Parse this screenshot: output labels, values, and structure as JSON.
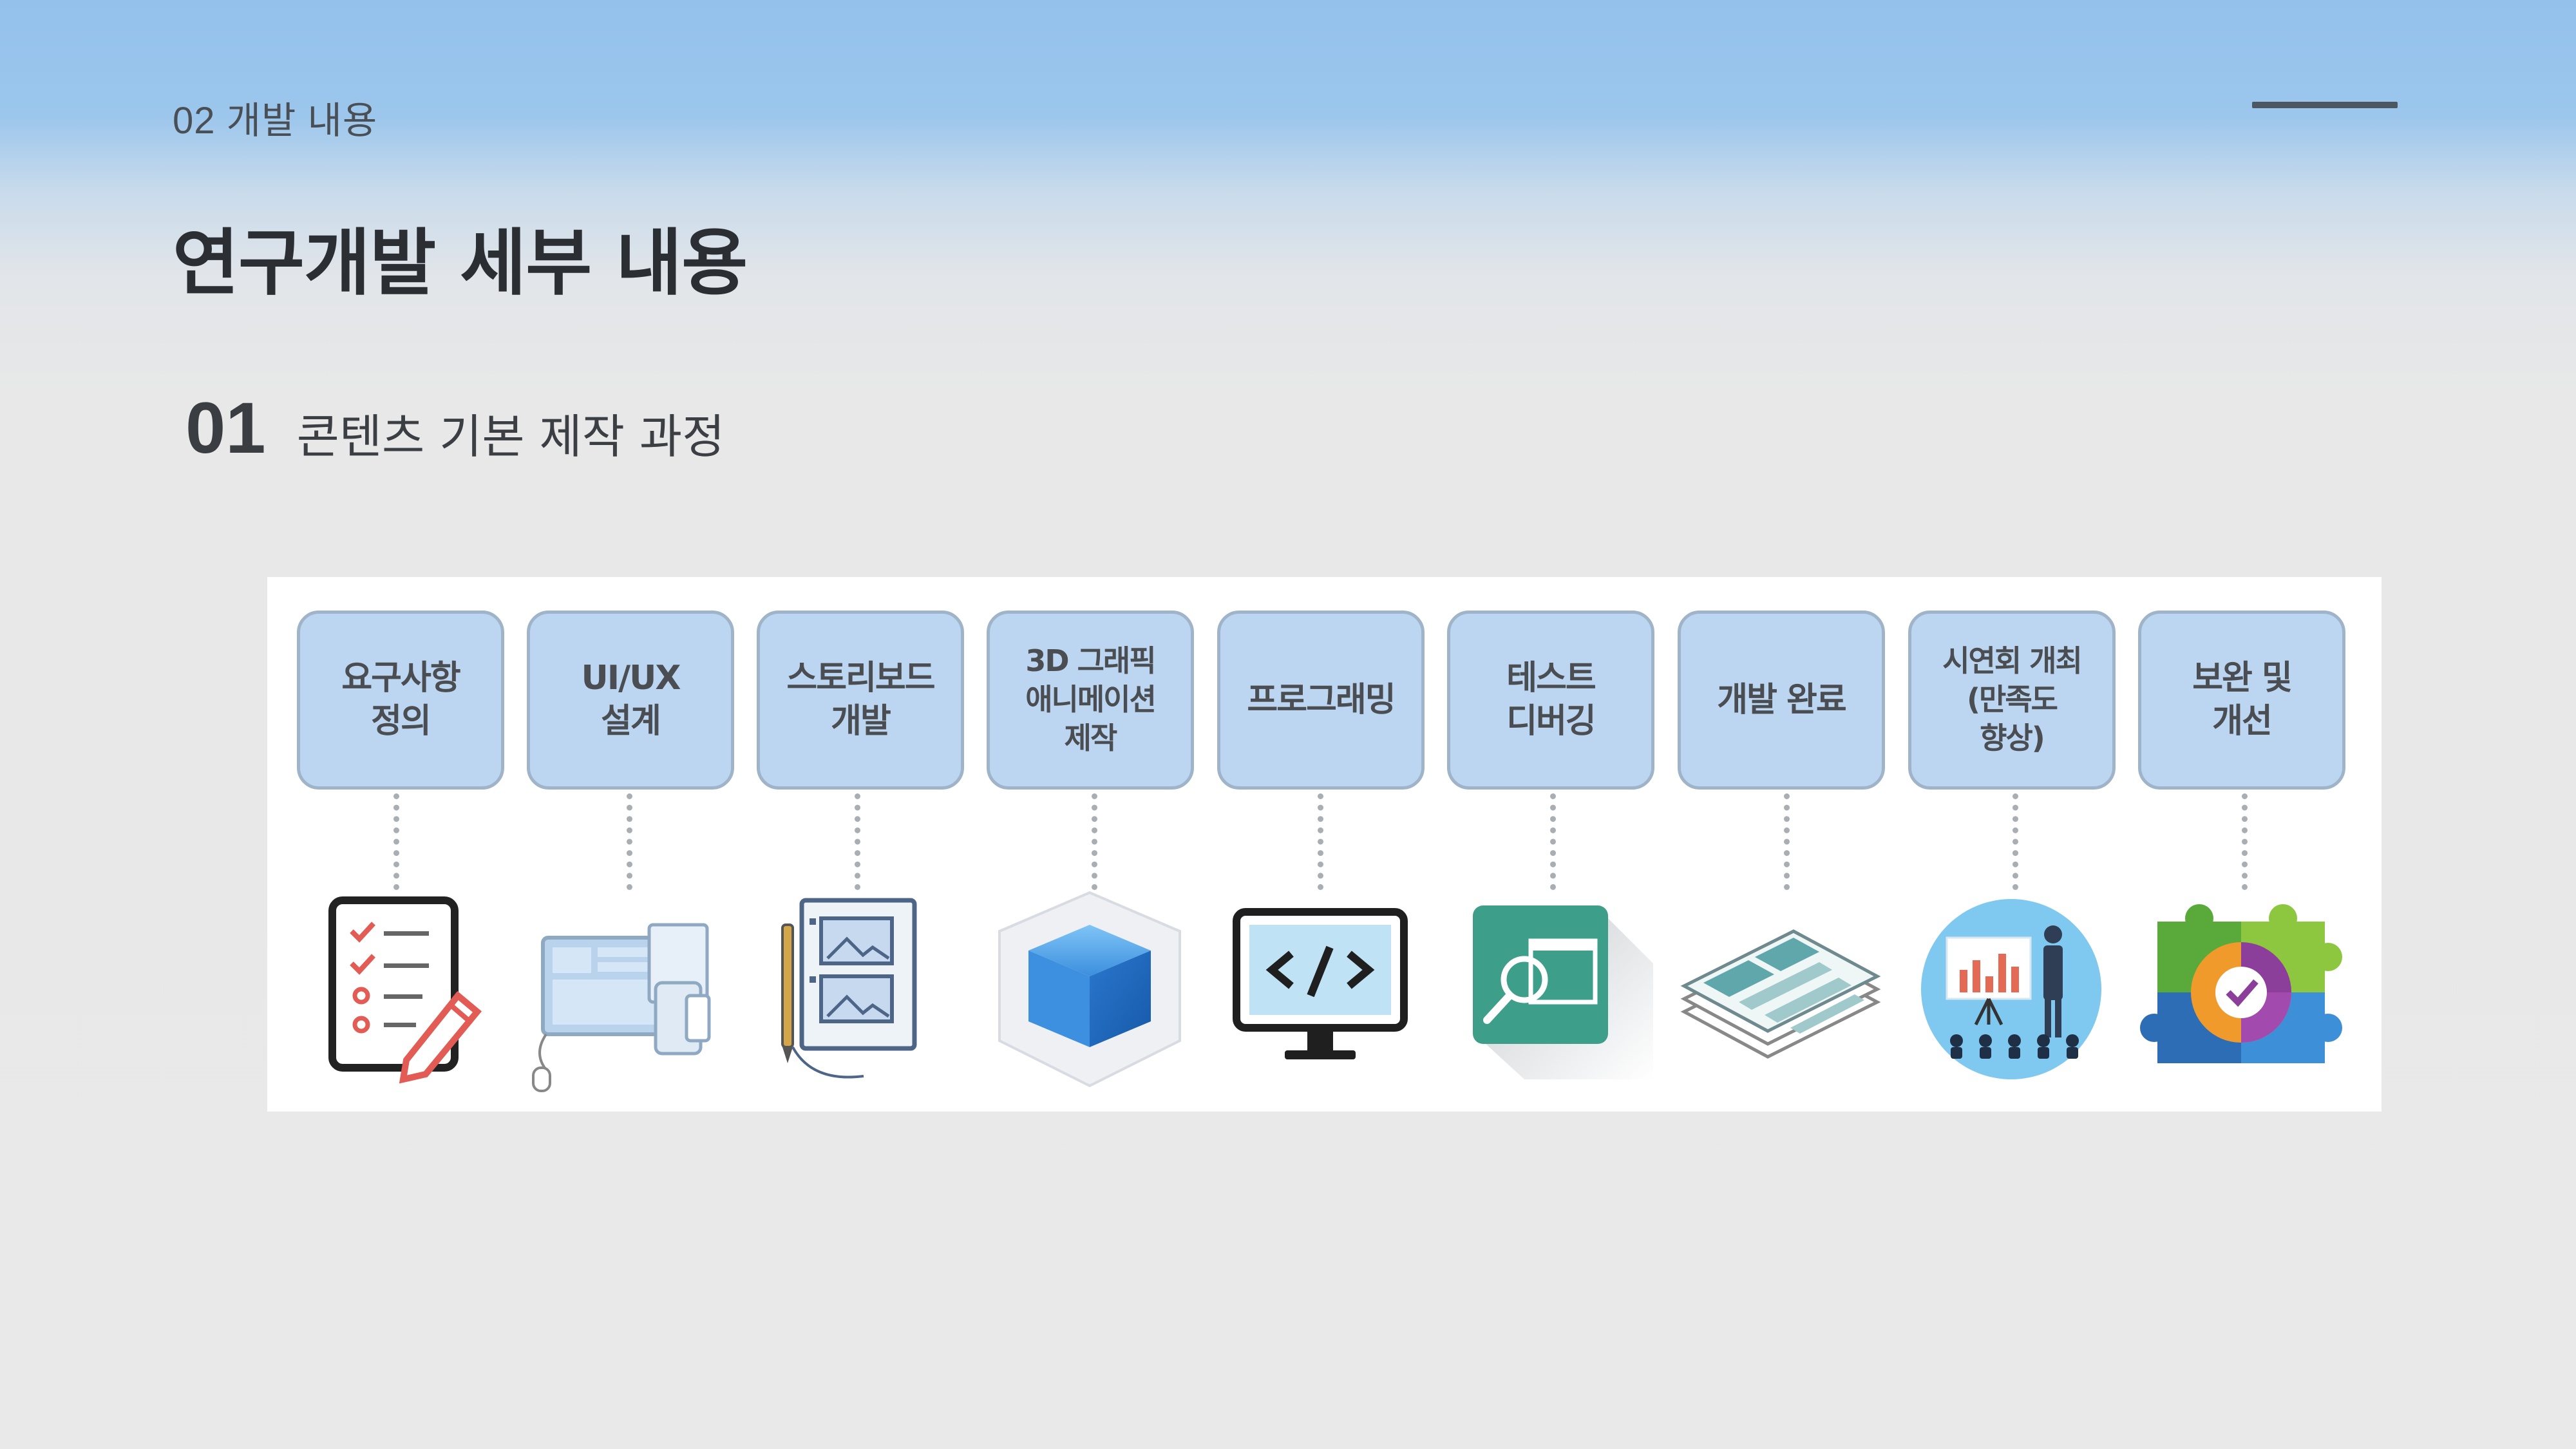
{
  "header": {
    "section_label": "02 개발 내용",
    "title": "연구개발 세부 내용"
  },
  "subsection": {
    "number": "01",
    "title": "콘텐츠 기본 제작 과정"
  },
  "process": {
    "steps": [
      {
        "label": "요구사항\n정의",
        "icon": "checklist-icon"
      },
      {
        "label": "UI/UX\n설계",
        "icon": "devices-layout-icon"
      },
      {
        "label": "스토리보드\n개발",
        "icon": "storyboard-icon"
      },
      {
        "label": "3D 그래픽\n애니메이션\n제작",
        "icon": "3d-cube-icon"
      },
      {
        "label": "프로그래밍",
        "icon": "code-monitor-icon"
      },
      {
        "label": "테스트\n디버깅",
        "icon": "test-search-icon"
      },
      {
        "label": "개발 완료",
        "icon": "documents-stack-icon"
      },
      {
        "label": "시연회 개최\n(만족도\n향상)",
        "icon": "presentation-icon"
      },
      {
        "label": "보완 및\n개선",
        "icon": "puzzle-improve-icon"
      }
    ]
  },
  "colors": {
    "step_fill": "#bcd5f0",
    "step_border": "#9fb4c8",
    "header_sky": "#93c1ec",
    "background": "#e9e9e9"
  }
}
